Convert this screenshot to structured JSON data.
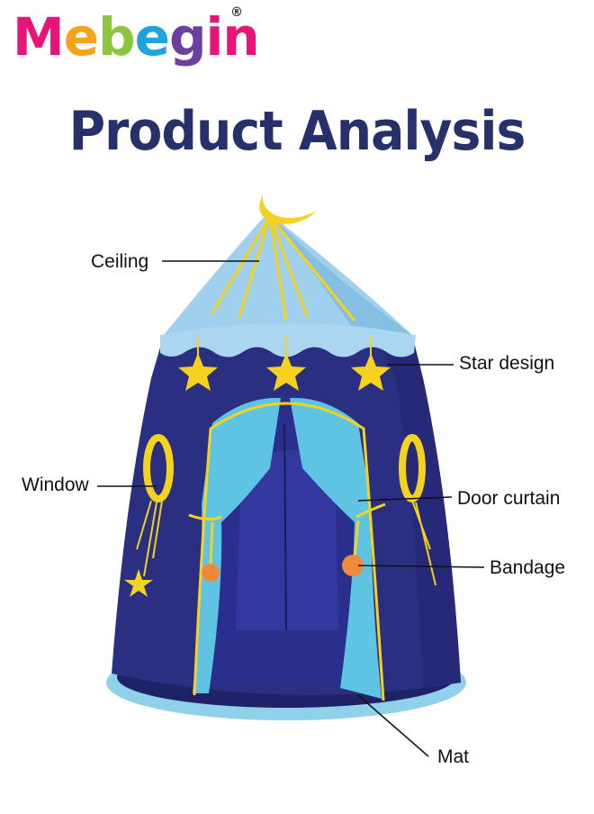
{
  "brand": {
    "logo_letters": [
      "M",
      "e",
      "b",
      "e",
      "g",
      "i",
      "n"
    ],
    "logo_colors": [
      "#e6157a",
      "#f6a21b",
      "#8cc63f",
      "#1fa3db",
      "#6b3fa0",
      "#e6157a",
      "#e6157a"
    ],
    "registered_mark": "®"
  },
  "title": "Product Analysis",
  "labels": {
    "ceiling": "Ceiling",
    "star_design": "Star design",
    "window": "Window",
    "door_curtain": "Door curtain",
    "bandage": "Bandage",
    "mat": "Mat"
  },
  "colors": {
    "title": "#26306a",
    "tent_body": "#2b2f82",
    "tent_dark": "#1f2266",
    "roof": "#9fd0ee",
    "curtain": "#5fc3e4",
    "accent_yellow": "#f4d21f",
    "bandage_orange": "#f08a3a",
    "mat": "#8fd0ea"
  }
}
